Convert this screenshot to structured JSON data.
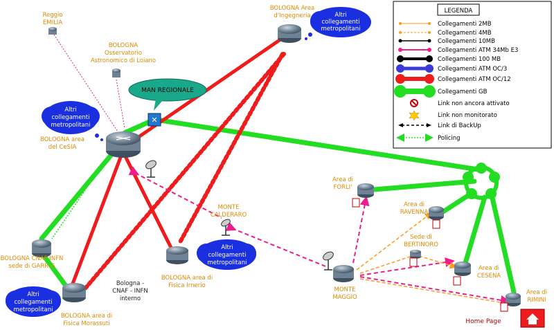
{
  "clouds": {
    "top": [
      "Altri",
      "collegamenti",
      "metropolitani"
    ],
    "cesia": [
      "Altri",
      "collegamenti",
      "metropolitani"
    ],
    "irnerio": [
      "Altri",
      "collegamenti",
      "metropolitani"
    ],
    "morassuti": [
      "Altri",
      "collegamenti",
      "metropolitani"
    ]
  },
  "labels": {
    "reggio": [
      "Reggio",
      "EMILIA"
    ],
    "loiano": [
      "BOLOGNA",
      "Osservatorio",
      "Astronomico di Loiano"
    ],
    "ingegneria": [
      "BOLOGNA Area",
      "d'Ingegneria"
    ],
    "cesia": [
      "BOLOGNA area",
      "del CeSIA"
    ],
    "cnaf": [
      "BOLOGNA CNAF INFN",
      "sede di GARR-G"
    ],
    "irnerio": [
      "BOLOGNA area di",
      "Fisica Irnerio"
    ],
    "morassuti": [
      "BOLOGNA area di",
      "Fisica Morassuti"
    ],
    "cnaf_interno": [
      "Bologna -",
      "CNAF - INFN",
      "interno"
    ],
    "calderaro": [
      "MONTE",
      "CALDERARO"
    ],
    "maggio": [
      "MONTE",
      "MAGGIO"
    ],
    "forli": [
      "Area di",
      "FORLI'"
    ],
    "ravenna": [
      "Area di",
      "RAVENNA"
    ],
    "bertinoro": [
      "Sede di",
      "BERTINORO"
    ],
    "cesena": [
      "Area di",
      "CESENA"
    ],
    "rimini": [
      "Area di",
      "RIMINI"
    ]
  },
  "man_regionale": "MAN REGIONALE",
  "home_page": "Home Page",
  "legend": {
    "title": "LEGENDA",
    "items": [
      "Collegamenti 2MB",
      "Collegamenti 4MB",
      "Collegamenti 10MB",
      "Collegamenti ATM 34Mb E3",
      "Collegamenti 100 MB",
      "Collegamenti ATM OC/3",
      "Collegamenti ATM OC/12",
      "Collegamenti GB",
      "Link non ancora attivato",
      "Link non monitorato",
      "Link di BackUp",
      "Policing"
    ]
  },
  "colors": {
    "gb": "#22dd22",
    "oc12": "#ee1c1c",
    "atm34": "#ee1c8c",
    "orange": "#ff9a1a",
    "cloud": "#1a2fe0",
    "bubble": "#1aa88a"
  }
}
